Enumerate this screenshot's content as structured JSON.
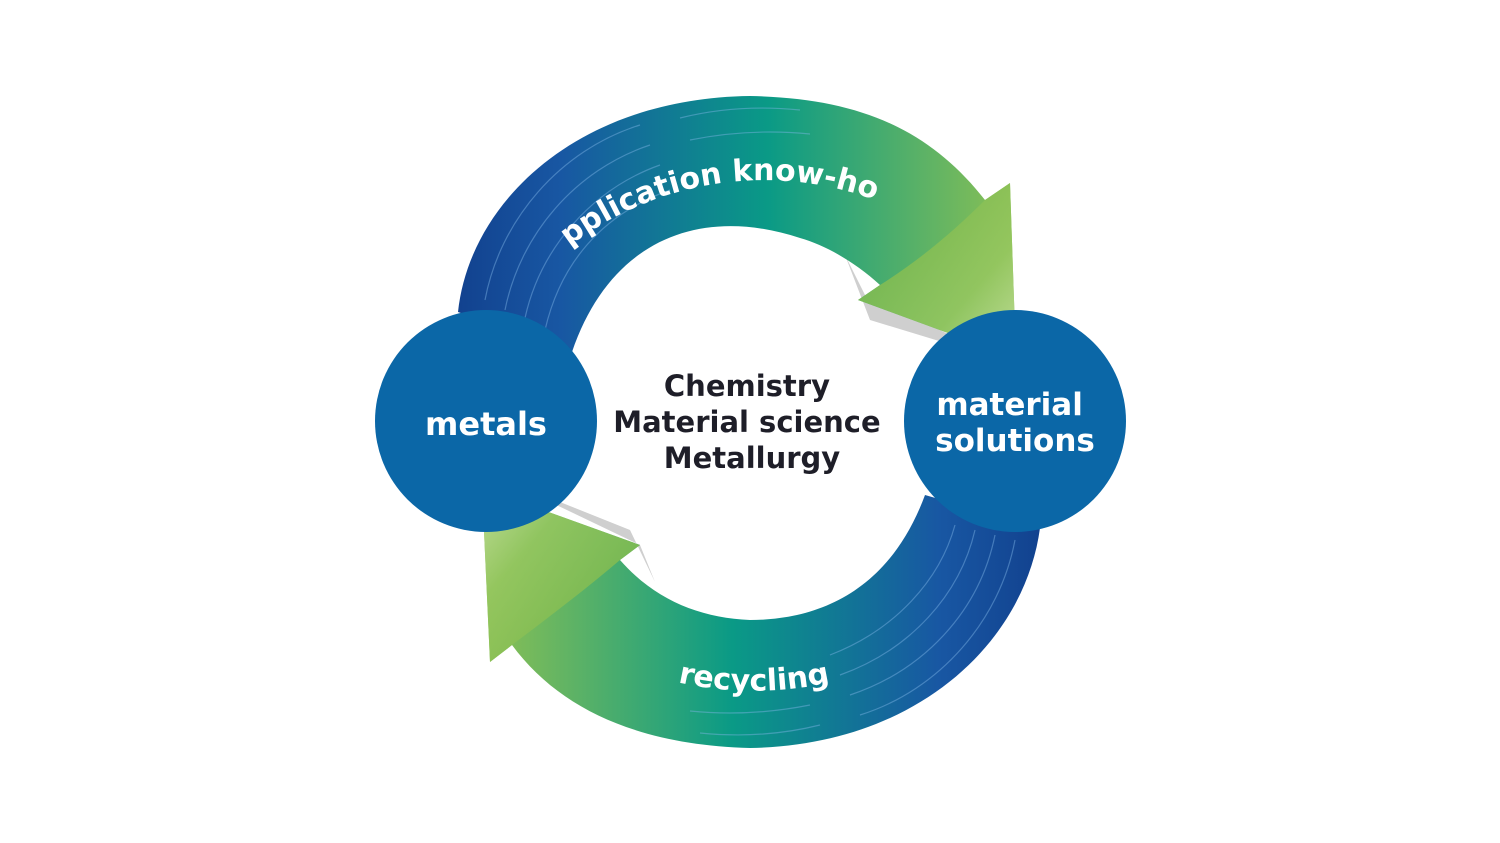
{
  "center": {
    "lines": [
      "Chemistry",
      "Material science",
      "Metallurgy"
    ]
  },
  "nodes": {
    "left": {
      "label": "metals"
    },
    "right": {
      "lines": [
        "material",
        "solutions"
      ]
    }
  },
  "arrows": {
    "top": {
      "label": "application know-how"
    },
    "bottom": {
      "label": "recycling"
    }
  },
  "colors": {
    "node": "#0b67a7",
    "arrow_blue": "#144f9c",
    "arrow_teal": "#0a9a86",
    "arrow_green": "#8bbf4f",
    "arrow_light": "#c8e2a6",
    "center_text": "#1e1e28",
    "shadow": "#cccccc"
  }
}
